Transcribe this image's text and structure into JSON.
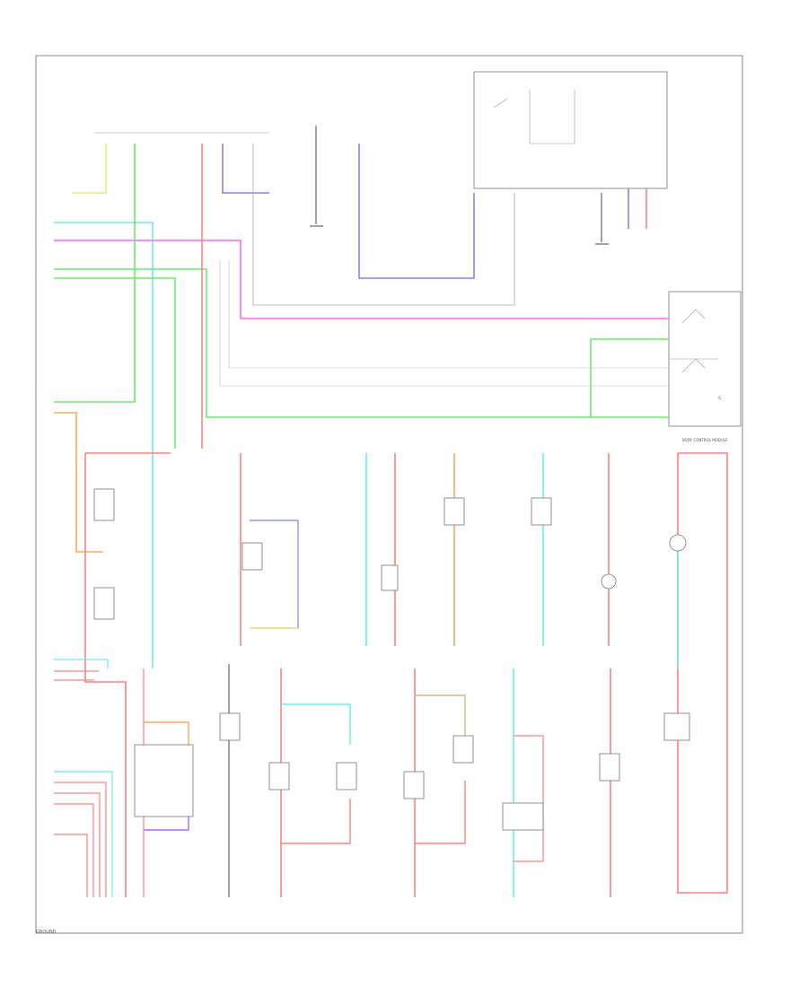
{
  "colors": {
    "red": "#ff8080",
    "green": "#66ee66",
    "cyan": "#66eeee",
    "blue": "#8080ff",
    "magenta": "#ff66ff",
    "yellow": "#eeee66",
    "orange": "#ffaa55",
    "purple": "#aa66ff",
    "tan": "#ccbb88",
    "gray": "#999999",
    "black": "#222222"
  },
  "labels": {
    "bcm": "BODY CONTROL MODULE",
    "ground_note": "GROUND",
    "g_label": "G"
  }
}
